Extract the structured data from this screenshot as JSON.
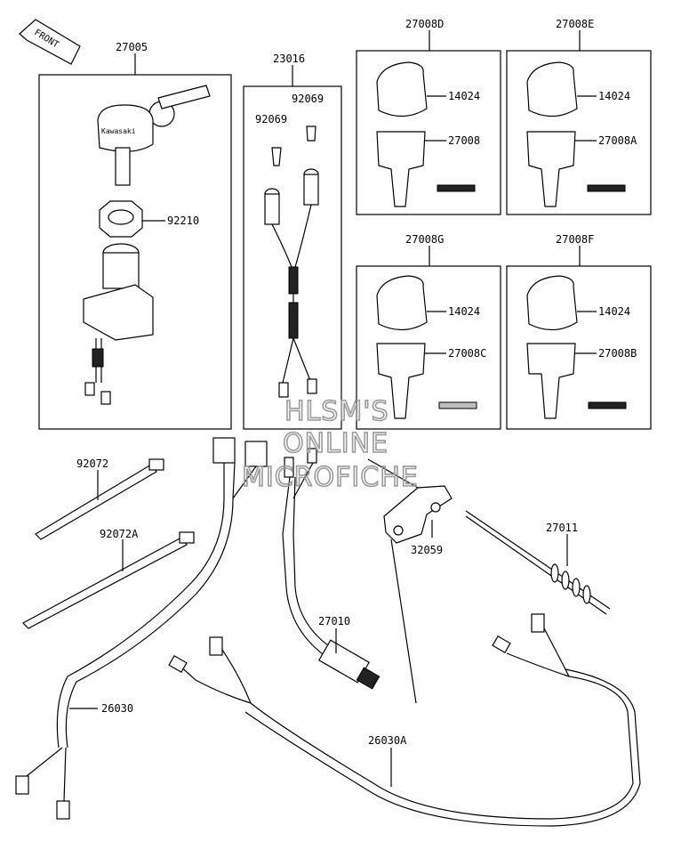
{
  "front_tag": "FRONT",
  "watermark": [
    "HLSM'S",
    "ONLINE",
    "MICROFICHE"
  ],
  "key_brand": "Kawasaki",
  "labels": {
    "p27005": "27005",
    "p92210": "92210",
    "p23016": "23016",
    "p92069a": "92069",
    "p92069b": "92069",
    "p27008D": "27008D",
    "p27008E": "27008E",
    "p27008G": "27008G",
    "p27008F": "27008F",
    "p14024a": "14024",
    "p14024b": "14024",
    "p14024c": "14024",
    "p14024d": "14024",
    "p27008": "27008",
    "p27008A": "27008A",
    "p27008C": "27008C",
    "p27008B": "27008B",
    "p92072": "92072",
    "p92072A": "92072A",
    "p32059": "32059",
    "p27011": "27011",
    "p27010": "27010",
    "p26030": "26030",
    "p26030A": "26030A"
  }
}
